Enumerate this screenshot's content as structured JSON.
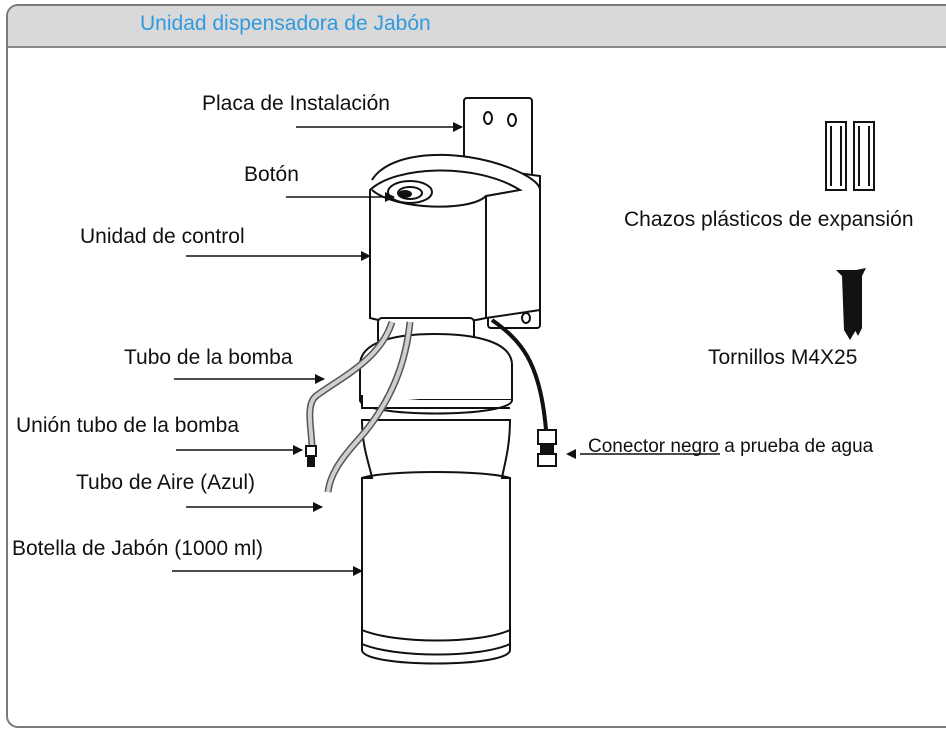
{
  "header": {
    "title": "Unidad dispensadora de Jabón"
  },
  "labels": {
    "mounting_plate": "Placa de Instalación",
    "button": "Botón",
    "control_unit": "Unidad de control",
    "pump_tube": "Tubo de la bomba",
    "pump_tube_joint": "Unión tubo de la bomba",
    "air_tube": "Tubo de Aire (Azul)",
    "soap_bottle": "Botella de Jabón (1000 ml)",
    "anchors": "Chazos plásticos de expansión",
    "screws": "Tornillos M4X25",
    "connector": "Conector negro a prueba de agua"
  },
  "colors": {
    "title": "#2f9ae0",
    "header_bg": "#d9d9d9",
    "frame": "#7a7a7a",
    "line": "#111111"
  }
}
